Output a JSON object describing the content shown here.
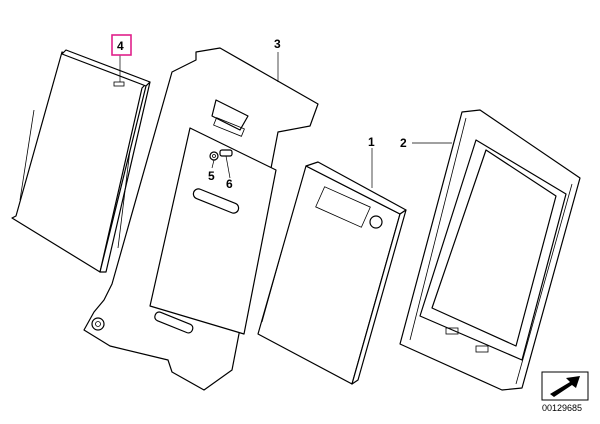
{
  "callouts": {
    "part_1": "1",
    "part_2": "2",
    "part_3": "3",
    "part_4": "4",
    "part_5": "5",
    "part_6": "6"
  },
  "colors": {
    "line": "#000000",
    "highlight": "#e0218a",
    "background": "#ffffff"
  },
  "highlighted_callout": "4",
  "diagram_id": "00129685",
  "corner_icon": "direction-arrow-icon"
}
